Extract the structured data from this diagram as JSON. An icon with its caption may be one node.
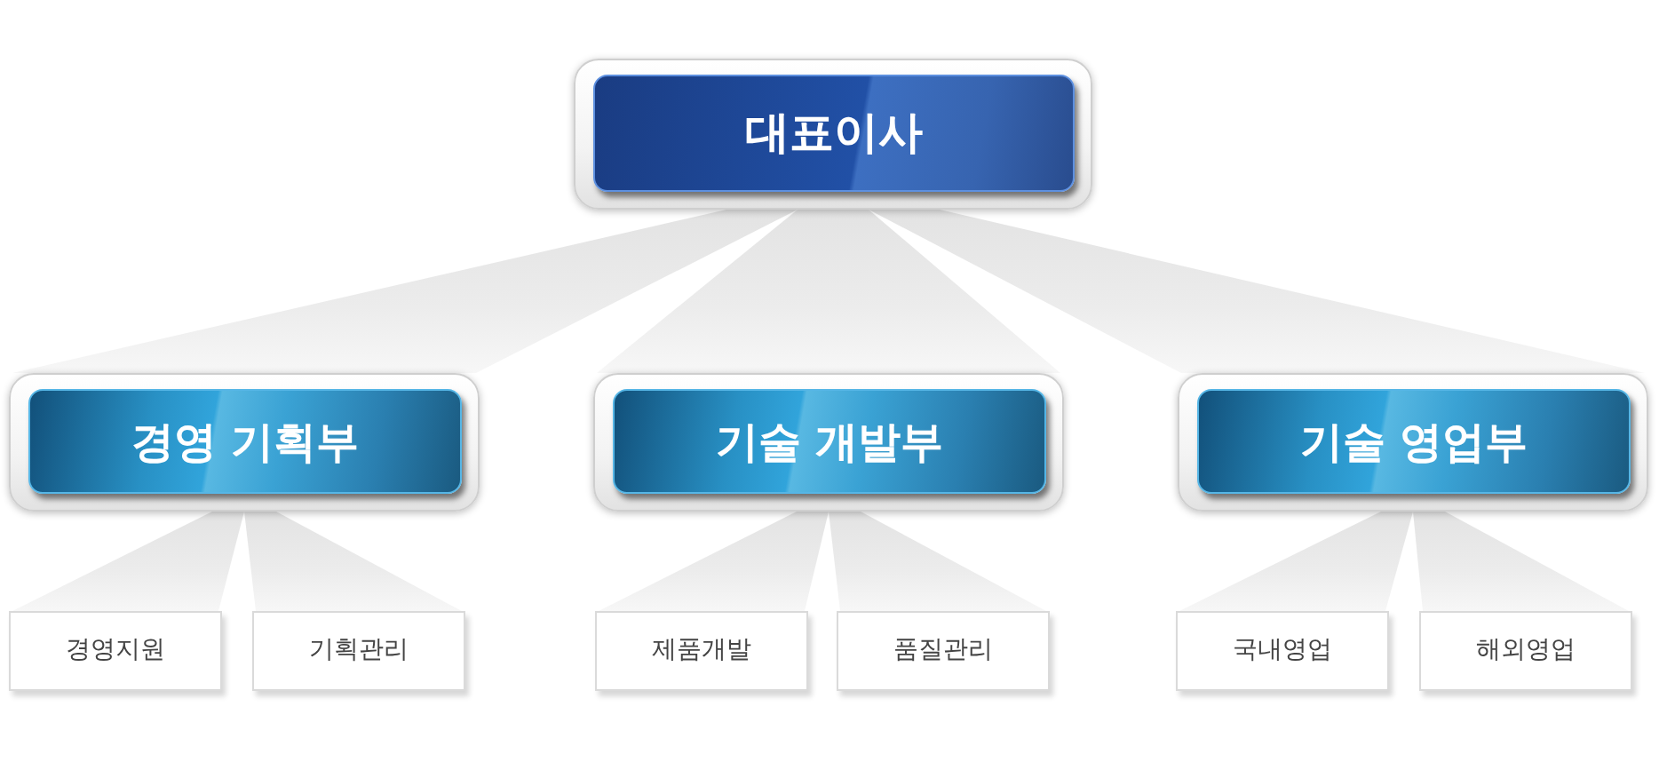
{
  "diagram": {
    "nodes": [
      {
        "text": [
          "대표이사"
        ]
      },
      {
        "text": [
          "경영 기획부"
        ]
      },
      {
        "text": [
          "기술 개발부"
        ]
      },
      {
        "text": [
          "기술 영업부"
        ]
      },
      {
        "text": [
          "경영지원"
        ]
      },
      {
        "text": [
          "기획관리"
        ]
      },
      {
        "text": [
          "제품개발"
        ]
      },
      {
        "text": [
          "품질관리"
        ]
      },
      {
        "text": [
          "국내영업"
        ]
      },
      {
        "text": [
          "해외영업"
        ]
      }
    ],
    "edges": [
      {
        "from": 0,
        "to": 1,
        "arrow": "none"
      },
      {
        "from": 0,
        "to": 2,
        "arrow": "none"
      },
      {
        "from": 0,
        "to": 3,
        "arrow": "none"
      },
      {
        "from": 1,
        "to": 4,
        "arrow": "none"
      },
      {
        "from": 1,
        "to": 5,
        "arrow": "none"
      },
      {
        "from": 2,
        "to": 6,
        "arrow": "none"
      },
      {
        "from": 2,
        "to": 7,
        "arrow": "none"
      },
      {
        "from": 3,
        "to": 8,
        "arrow": "none"
      },
      {
        "from": 3,
        "to": 9,
        "arrow": "none"
      }
    ]
  }
}
